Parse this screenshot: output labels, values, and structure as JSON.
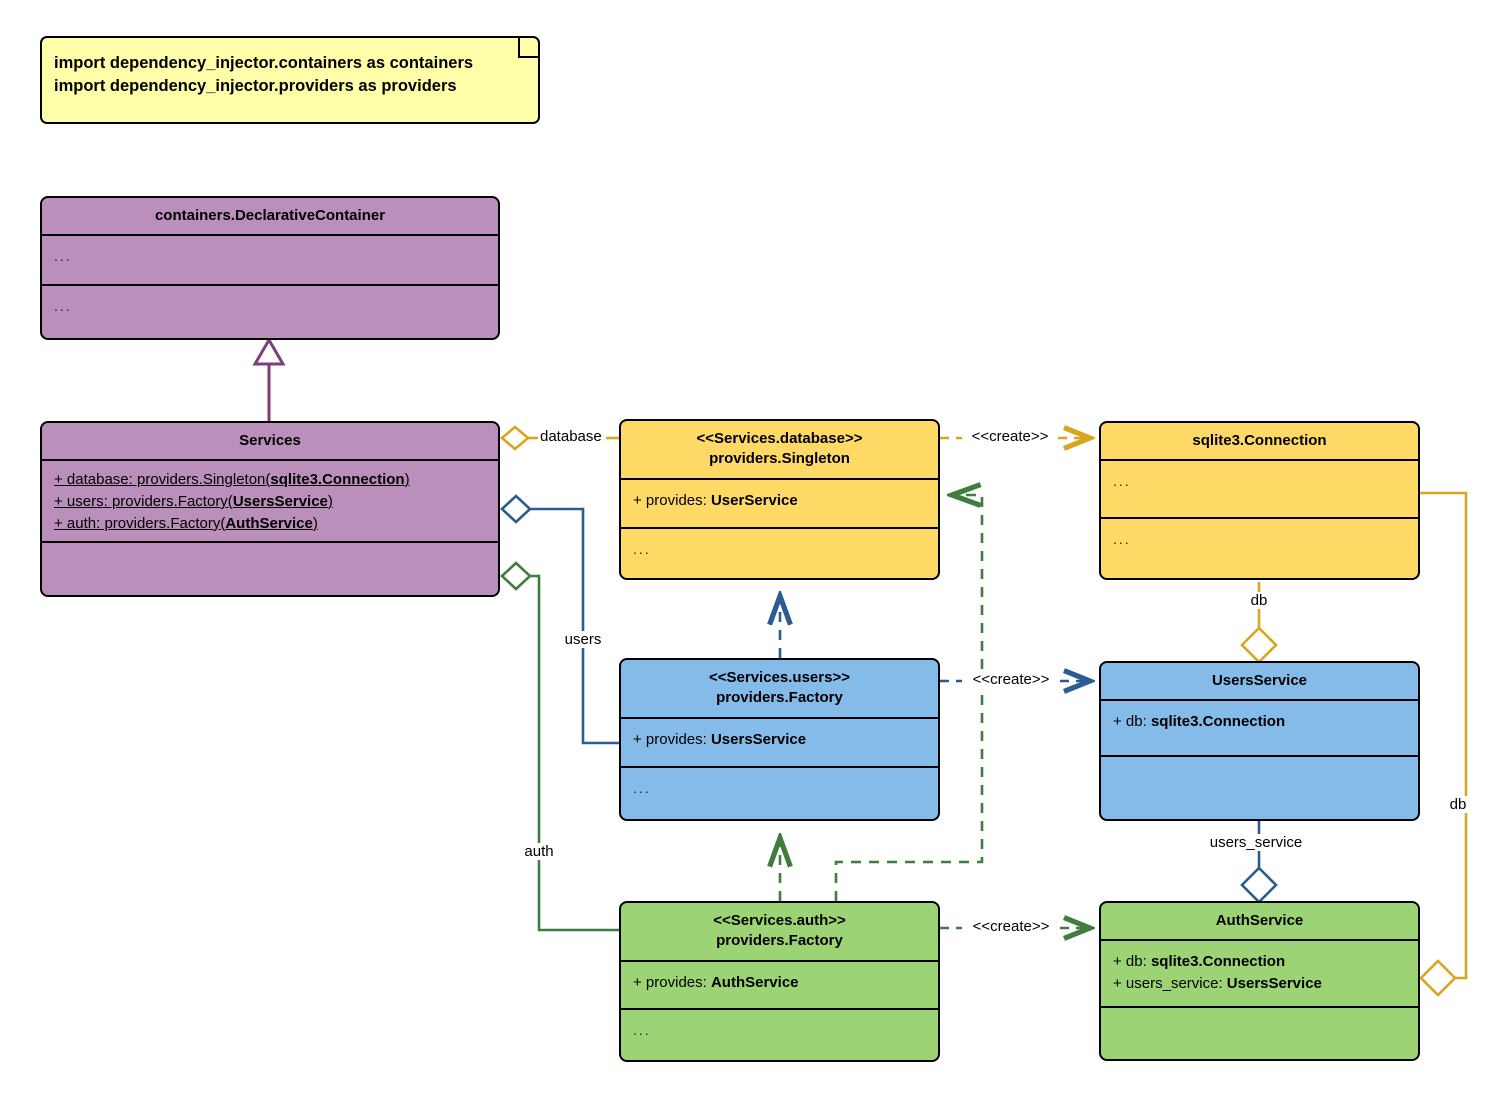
{
  "diagram": {
    "title": "dependency_injector Services container UML class diagram",
    "colors": {
      "note_fill": "#ffffaa",
      "container_fill": "#bb8fbb",
      "database_fill": "#ffd966",
      "users_fill": "#85bbe8",
      "auth_fill": "#9bd375",
      "database_edge": "#d9a520",
      "users_edge": "#2a5d8f",
      "auth_edge": "#3f7d3f",
      "inherit_edge": "#7b3f7b",
      "stroke": "#000000"
    }
  },
  "note": {
    "lines": [
      "import dependency_injector.containers as containers",
      "import dependency_injector.providers as providers"
    ],
    "text": "import dependency_injector.containers as containers\nimport dependency_injector.providers as providers"
  },
  "classes": {
    "declarative_container": {
      "name": "containers.DeclarativeContainer",
      "attributes": "...",
      "methods": "..."
    },
    "services": {
      "name": "Services",
      "attributes": [
        {
          "prefix": "+ database: providers.Singleton(",
          "type": "sqlite3.Connection",
          "suffix": ")"
        },
        {
          "prefix": "+ users: providers.Factory(",
          "type": "UsersService",
          "suffix": ")"
        },
        {
          "prefix": "+ auth: providers.Factory(",
          "type": "AuthService",
          "suffix": ")"
        }
      ],
      "methods": ""
    },
    "services_database": {
      "stereotype": "<<Services.database>>",
      "name": "providers.Singleton",
      "attribute_prefix": "+ provides: ",
      "attribute_type": "UserService",
      "methods": "..."
    },
    "services_users": {
      "stereotype": "<<Services.users>>",
      "name": "providers.Factory",
      "attribute_prefix": "+ provides: ",
      "attribute_type": "UsersService",
      "methods": "..."
    },
    "services_auth": {
      "stereotype": "<<Services.auth>>",
      "name": "providers.Factory",
      "attribute_prefix": "+ provides: ",
      "attribute_type": "AuthService",
      "methods": "..."
    },
    "sqlite_connection": {
      "name": "sqlite3.Connection",
      "attributes": "...",
      "methods": "..."
    },
    "users_service": {
      "name": "UsersService",
      "attributes": [
        {
          "prefix": "+ db: ",
          "type": "sqlite3.Connection"
        }
      ],
      "methods": ""
    },
    "auth_service": {
      "name": "AuthService",
      "attributes": [
        {
          "prefix": "+ db: ",
          "type": "sqlite3.Connection"
        },
        {
          "prefix": "+ users_service: ",
          "type": "UsersService"
        }
      ],
      "methods": ""
    }
  },
  "edges": {
    "inheritance_label": "",
    "database_label": "database",
    "users_label": "users",
    "auth_label": "auth",
    "create_database": "<<create>>",
    "create_users": "<<create>>",
    "create_auth": "<<create>>",
    "db_users_label": "db",
    "db_auth_label": "db",
    "users_service_label": "users_service"
  }
}
